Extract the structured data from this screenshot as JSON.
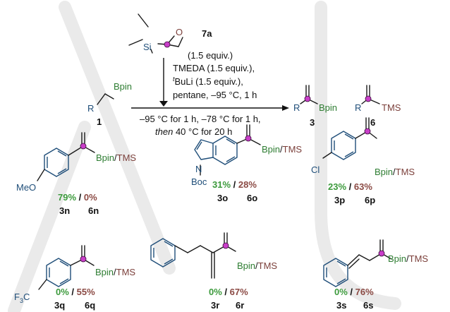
{
  "reagent": {
    "compound": "7a",
    "equiv": "(1.5 equiv.)",
    "si": "Si",
    "o": "O",
    "conditions_top": [
      "TMEDA (1.5 equiv.),",
      "BuLi (1.5 equiv.),",
      "pentane, –95 °C, 1 h"
    ],
    "tbu_prefix": "t",
    "conditions_bottom": [
      "–95 °C for 1 h, –78 °C for 1 h,",
      "40 °C for 20 h"
    ],
    "then": "then"
  },
  "scheme": {
    "sm": {
      "r": "R",
      "bpin": "Bpin",
      "num": "1"
    },
    "p3": {
      "r": "R",
      "grp": "Bpin",
      "num": "3"
    },
    "p6": {
      "r": "R",
      "grp": "TMS",
      "num": "6"
    }
  },
  "products": [
    {
      "label_a": "3n",
      "label_b": "6n",
      "y3": "79%",
      "y6": "0%"
    },
    {
      "label_a": "3o",
      "label_b": "6o",
      "y3": "31%",
      "y6": "28%"
    },
    {
      "label_a": "3p",
      "label_b": "6p",
      "y3": "23%",
      "y6": "63%"
    },
    {
      "label_a": "3q",
      "label_b": "6q",
      "y3": "0%",
      "y6": "55%"
    },
    {
      "label_a": "3r",
      "label_b": "6r",
      "y3": "0%",
      "y6": "67%"
    },
    {
      "label_a": "3s",
      "label_b": "6s",
      "y3": "0%",
      "y6": "76%"
    }
  ],
  "groups": {
    "bpin": "Bpin",
    "slash": "/",
    "tms": "TMS",
    "meo": "MeO",
    "cl": "Cl",
    "cf3_main": "F",
    "cf3_sub3": "3",
    "cf3_c": "C",
    "n": "N",
    "boc": "Boc"
  },
  "colors": {
    "bpin": "#2e7d32",
    "tms": "#7b3f3a",
    "ring": "#1f4e79",
    "boron_carbon": "#c83ec8"
  }
}
